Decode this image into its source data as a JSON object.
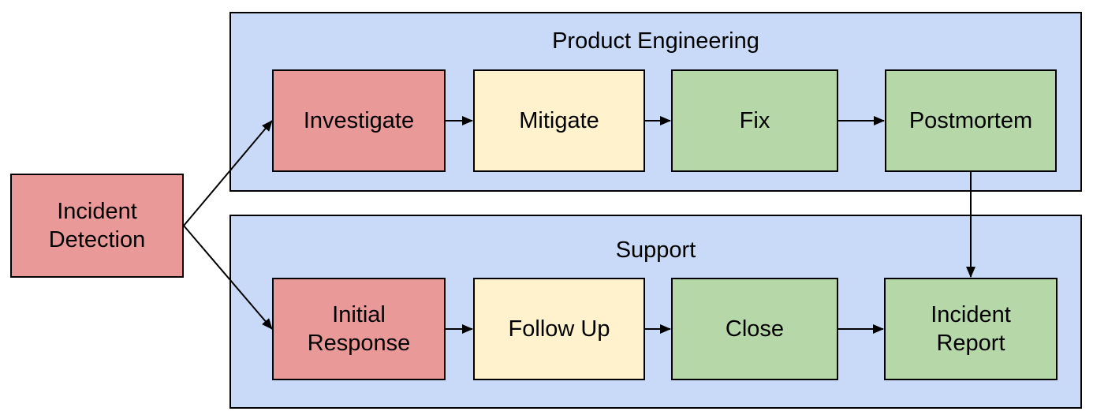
{
  "diagram": {
    "type": "flowchart",
    "background": "#ffffff",
    "colors": {
      "lane_fill": "#c9daf8",
      "node_red": "#ea9999",
      "node_yellow": "#fff2cc",
      "node_green": "#b6d7a8",
      "border": "#000000",
      "arrow": "#000000"
    },
    "start_node": {
      "label": "Incident Detection",
      "color": "#ea9999"
    },
    "lanes": [
      {
        "title": "Product Engineering",
        "nodes": [
          {
            "label": "Investigate",
            "color": "#ea9999"
          },
          {
            "label": "Mitigate",
            "color": "#fff2cc"
          },
          {
            "label": "Fix",
            "color": "#b6d7a8"
          },
          {
            "label": "Postmortem",
            "color": "#b6d7a8"
          }
        ]
      },
      {
        "title": "Support",
        "nodes": [
          {
            "label": "Initial Response",
            "color": "#ea9999"
          },
          {
            "label": "Follow Up",
            "color": "#fff2cc"
          },
          {
            "label": "Close",
            "color": "#b6d7a8"
          },
          {
            "label": "Incident Report",
            "color": "#b6d7a8"
          }
        ]
      }
    ],
    "edges": [
      {
        "from": "Incident Detection",
        "to": "Investigate"
      },
      {
        "from": "Incident Detection",
        "to": "Initial Response"
      },
      {
        "from": "Investigate",
        "to": "Mitigate"
      },
      {
        "from": "Mitigate",
        "to": "Fix"
      },
      {
        "from": "Fix",
        "to": "Postmortem"
      },
      {
        "from": "Postmortem",
        "to": "Incident Report"
      },
      {
        "from": "Initial Response",
        "to": "Follow Up"
      },
      {
        "from": "Follow Up",
        "to": "Close"
      },
      {
        "from": "Close",
        "to": "Incident Report"
      }
    ]
  }
}
